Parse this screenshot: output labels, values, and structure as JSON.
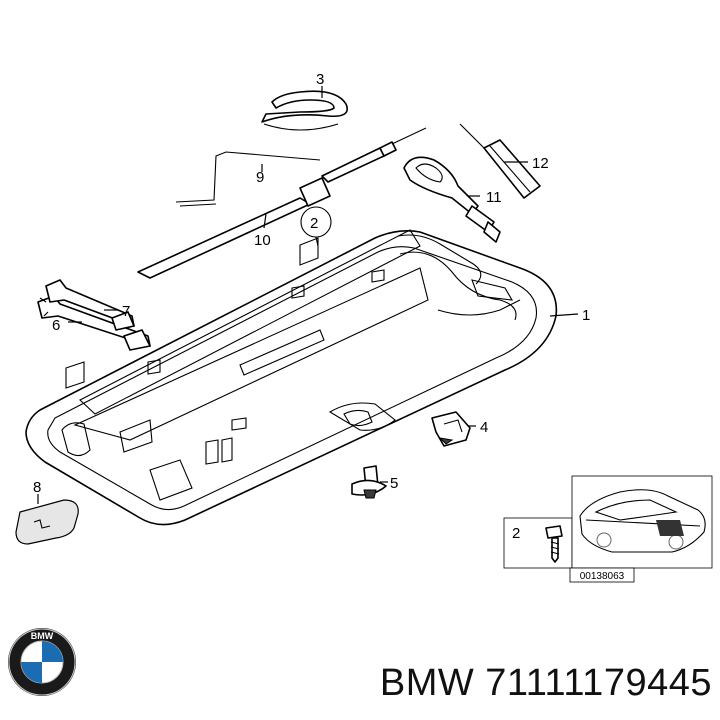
{
  "callouts": {
    "c1": "1",
    "c2": "2",
    "c3": "3",
    "c4": "4",
    "c5": "5",
    "c6": "6",
    "c7": "7",
    "c8": "8",
    "c9": "9",
    "c10": "10",
    "c11": "11",
    "c12": "12",
    "inset_c2": "2"
  },
  "inset": {
    "drawing_number": "00138063"
  },
  "logo": {
    "brand": "BMW"
  },
  "caption": "BMW 71111179445"
}
